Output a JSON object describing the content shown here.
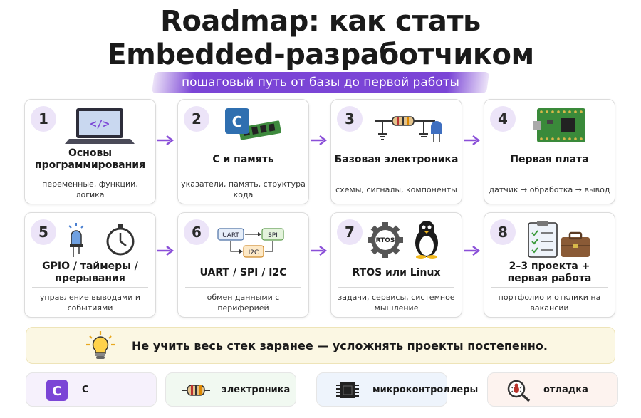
{
  "header": {
    "title_line1": "Roadmap: как стать",
    "title_line2": "Embedded-разработчиком",
    "subtitle": "пошаговый путь от базы до первой работы"
  },
  "steps": [
    {
      "num": "1",
      "title": "Основы программирования",
      "desc": "переменные, функции, логика",
      "icon": "laptop-code-icon"
    },
    {
      "num": "2",
      "title": "C и память",
      "desc": "указатели, память, структура кода",
      "icon": "c-language-memory-icon",
      "badge": "C"
    },
    {
      "num": "3",
      "title": "Базовая электроника",
      "desc": "схемы, сигналы, компоненты",
      "icon": "circuit-resistor-led-icon"
    },
    {
      "num": "4",
      "title": "Первая плата",
      "desc": "датчик → обработка → вывод",
      "icon": "dev-board-icon"
    },
    {
      "num": "5",
      "title": "GPIO / таймеры / прерывания",
      "desc": "управление выводами и событиями",
      "icon": "led-stopwatch-icon"
    },
    {
      "num": "6",
      "title": "UART / SPI / I2C",
      "desc": "обмен данными с периферией",
      "icon": "bus-protocols-icon",
      "labels": [
        "UART",
        "SPI",
        "I2C"
      ]
    },
    {
      "num": "7",
      "title": "RTOS или Linux",
      "desc": "задачи, сервисы, системное мышление",
      "icon": "gear-penguin-icon",
      "badge": "RTOS"
    },
    {
      "num": "8",
      "title": "2–3 проекта + первая работа",
      "desc": "портфолио и отклики на вакансии",
      "icon": "checklist-briefcase-icon"
    }
  ],
  "tip": {
    "text": "Не учить весь стек заранее — усложнять проекты постепенно.",
    "icon": "lightbulb-icon"
  },
  "chips": [
    {
      "label": "C",
      "icon": "c-badge-icon",
      "badge": "C",
      "bg": "#f6f1fc"
    },
    {
      "label": "электроника",
      "icon": "resistor-icon",
      "bg": "#f1f9f1"
    },
    {
      "label": "микроконтроллеры",
      "icon": "chip-icon",
      "bg": "#eef4fc"
    },
    {
      "label": "отладка",
      "icon": "magnifier-bug-icon",
      "bg": "#fdf3ef"
    }
  ],
  "colors": {
    "accent": "#7b45d6",
    "num_bg": "#ece4f8",
    "arrow": "#8a4fd8",
    "tip_bg": "#fbf7e3"
  }
}
